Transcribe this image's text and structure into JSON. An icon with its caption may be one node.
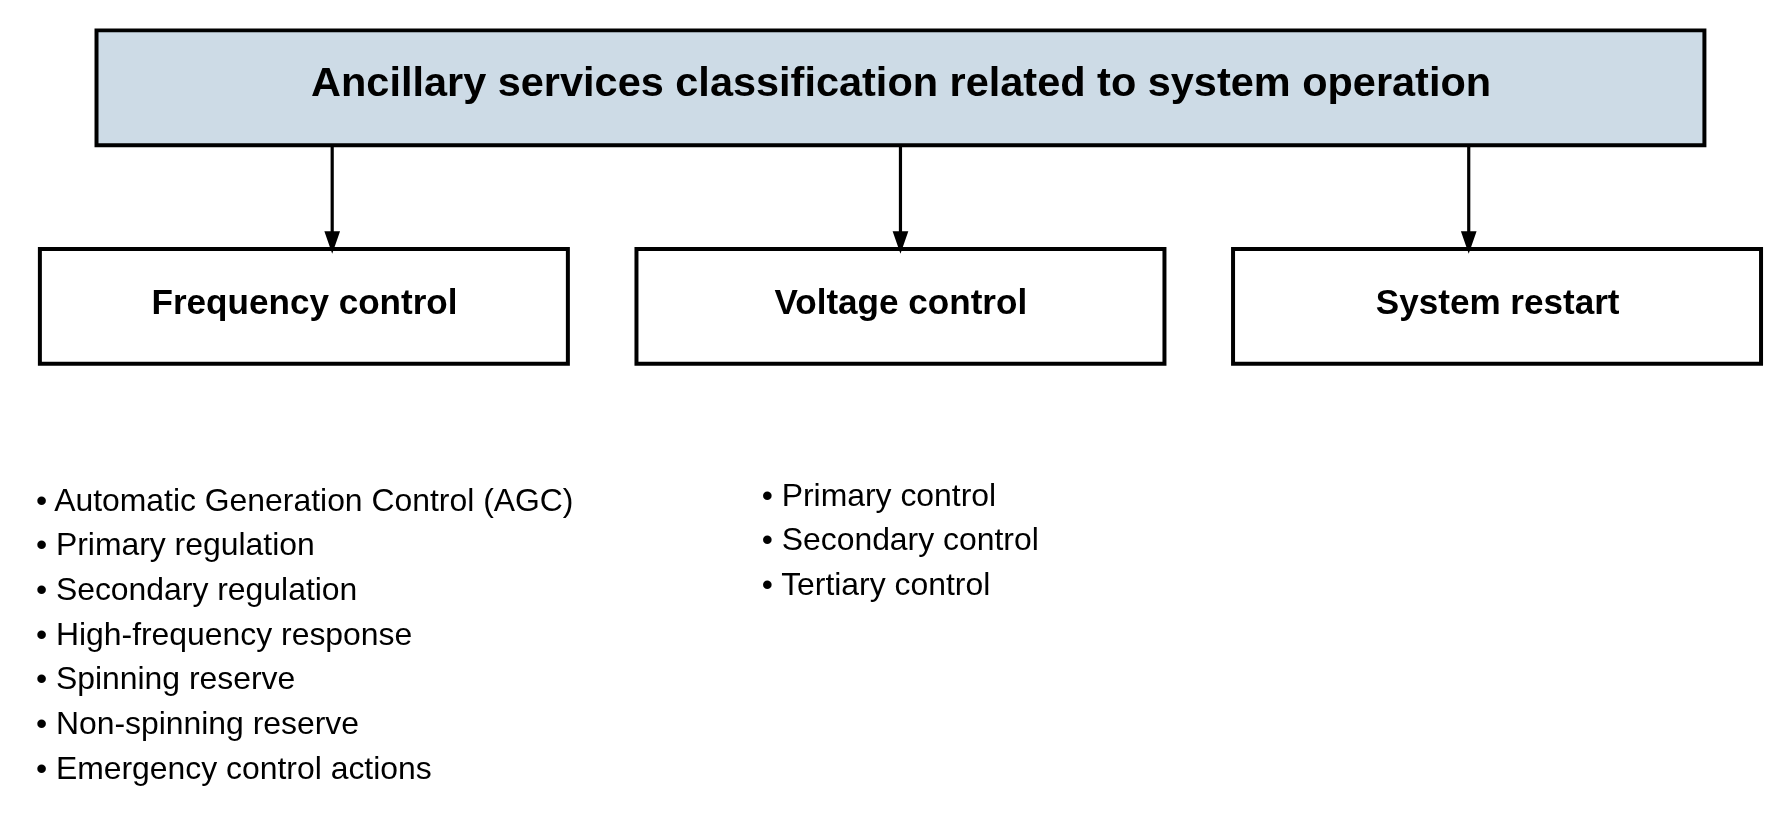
{
  "diagram": {
    "nodes": [
      {
        "text": [
          "Ancillary services classification related to system operation"
        ]
      },
      {
        "text": [
          "Frequency control"
        ],
        "beside": [
          "• Automatic Generation Control (AGC)",
          "• Primary regulation",
          "• Secondary regulation",
          "• High-frequency response",
          "• Spinning reserve",
          "• Non-spinning reserve",
          "• Emergency control actions"
        ]
      },
      {
        "text": [
          "Voltage control"
        ],
        "beside": [
          "• Primary control",
          "• Secondary control",
          "• Tertiary control"
        ]
      },
      {
        "text": [
          "System restart"
        ]
      }
    ],
    "edges": [
      {
        "from": 0,
        "to": 1,
        "arrow": "to"
      },
      {
        "from": 0,
        "to": 2,
        "arrow": "to"
      },
      {
        "from": 0,
        "to": 3,
        "arrow": "to"
      }
    ]
  }
}
